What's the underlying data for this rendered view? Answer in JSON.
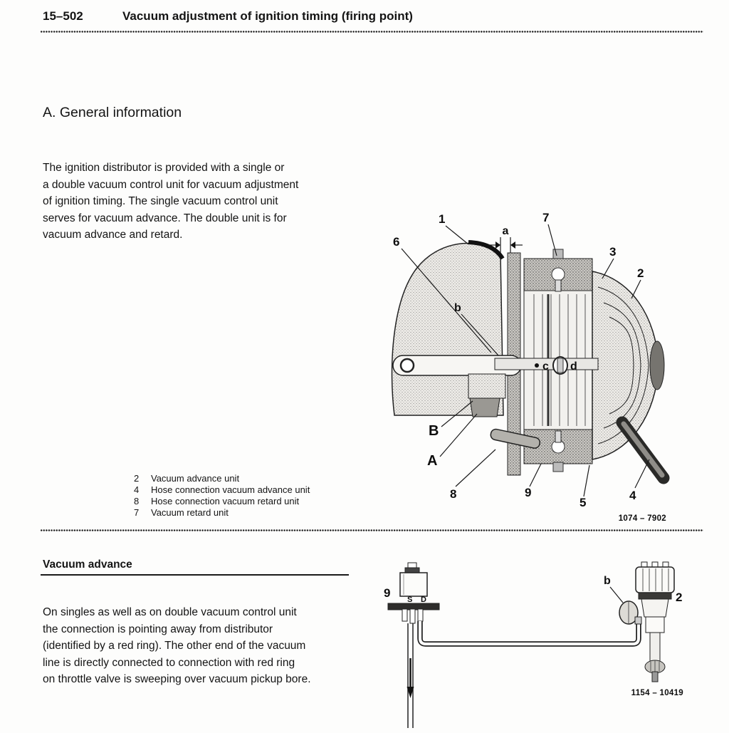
{
  "header": {
    "section_number": "15–502",
    "title": "Vacuum adjustment of ignition timing (firing point)"
  },
  "general": {
    "heading": "A. General information",
    "paragraph": "The ignition distributor is provided with a single or\na double vacuum control unit for vacuum adjustment\nof ignition timing. The single vacuum control unit\nserves for vacuum advance. The double unit is for\nvacuum advance and retard."
  },
  "figure1": {
    "figure_number": "1074 – 7902",
    "callouts": {
      "n1": "1",
      "n2": "2",
      "n3": "3",
      "n4": "4",
      "n5": "5",
      "n6": "6",
      "n7": "7",
      "n8": "8",
      "n9": "9",
      "a": "a",
      "b": "b",
      "c": "c",
      "d": "d",
      "A": "A",
      "B": "B"
    },
    "legend": [
      {
        "num": "2",
        "label": "Vacuum advance unit"
      },
      {
        "num": "4",
        "label": "Hose connection vacuum advance unit"
      },
      {
        "num": "8",
        "label": "Hose connection vacuum retard unit"
      },
      {
        "num": "7",
        "label": "Vacuum retard unit"
      }
    ]
  },
  "vacuum_advance": {
    "heading": "Vacuum advance",
    "paragraph": "On singles as well as on double vacuum control unit\nthe connection is pointing away from distributor\n(identified by a red ring). The other end of the vacuum\nline is directly connected to connection with red ring\non throttle valve is sweeping over vacuum pickup bore."
  },
  "figure2": {
    "figure_number": "1154 – 10419",
    "callouts": {
      "n9": "9",
      "S": "S",
      "D": "D",
      "b": "b",
      "n2": "2"
    }
  }
}
